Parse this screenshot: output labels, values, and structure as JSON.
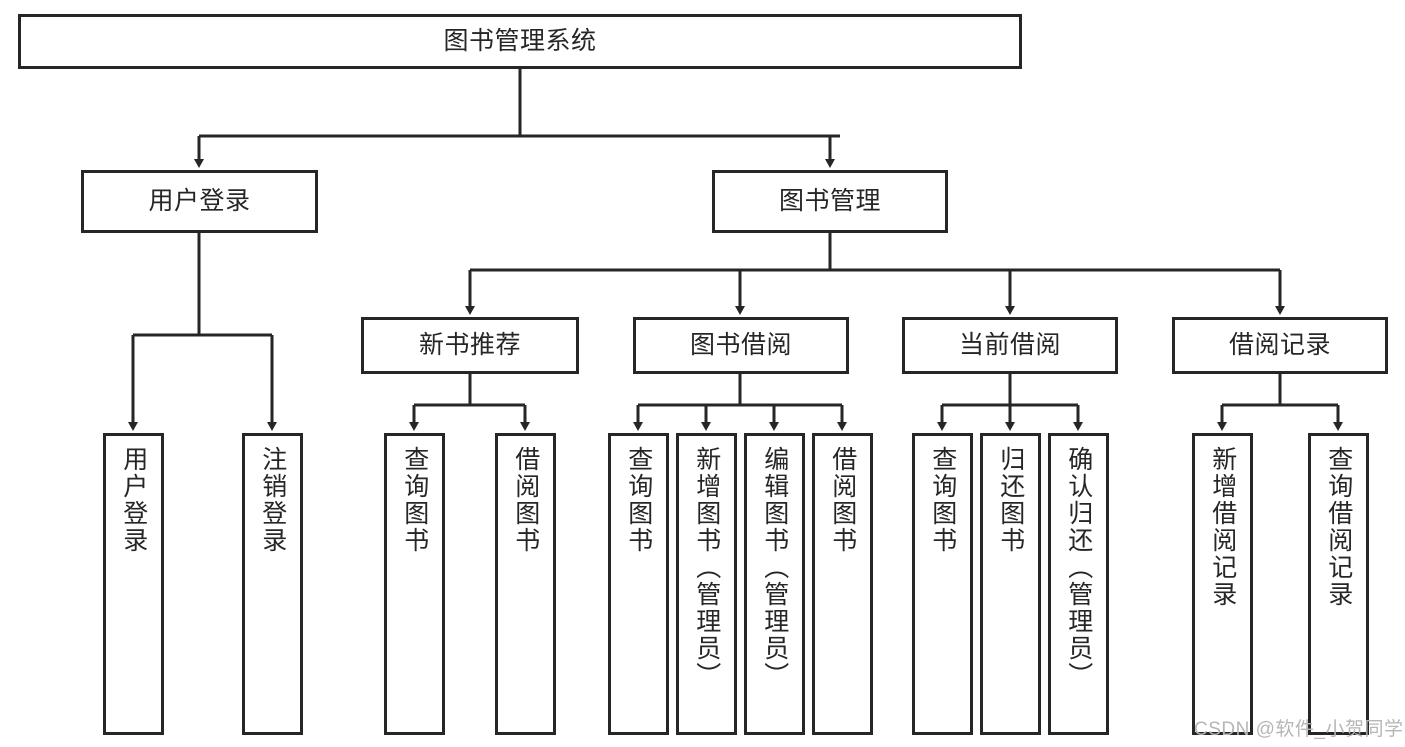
{
  "diagram": {
    "type": "tree-hierarchy-chart",
    "title": "图书管理系统",
    "watermark": "CSDN @软件_小贺同学",
    "colors": {
      "stroke": "#262626",
      "fill": "#ffffff",
      "text": "#262626",
      "watermark": "#b6b6b6"
    },
    "nodes": {
      "root": {
        "label": "图书管理系统"
      },
      "level2": [
        {
          "label": "用户登录"
        },
        {
          "label": "图书管理"
        }
      ],
      "level3": [
        {
          "label": "新书推荐"
        },
        {
          "label": "图书借阅"
        },
        {
          "label": "当前借阅"
        },
        {
          "label": "借阅记录"
        }
      ],
      "leaves": {
        "user_login": [
          {
            "label": "用户登录"
          },
          {
            "label": "注销登录"
          }
        ],
        "new_book": [
          {
            "label": "查询图书"
          },
          {
            "label": "借阅图书"
          }
        ],
        "book_borrow": [
          {
            "label": "查询图书"
          },
          {
            "label": "新增图书（管理员）"
          },
          {
            "label": "编辑图书（管理员）"
          },
          {
            "label": "借阅图书"
          }
        ],
        "current_borrow": [
          {
            "label": "查询图书"
          },
          {
            "label": "归还图书"
          },
          {
            "label": "确认归还（管理员）"
          }
        ],
        "borrow_record": [
          {
            "label": "新增借阅记录"
          },
          {
            "label": "查询借阅记录"
          }
        ]
      }
    }
  }
}
